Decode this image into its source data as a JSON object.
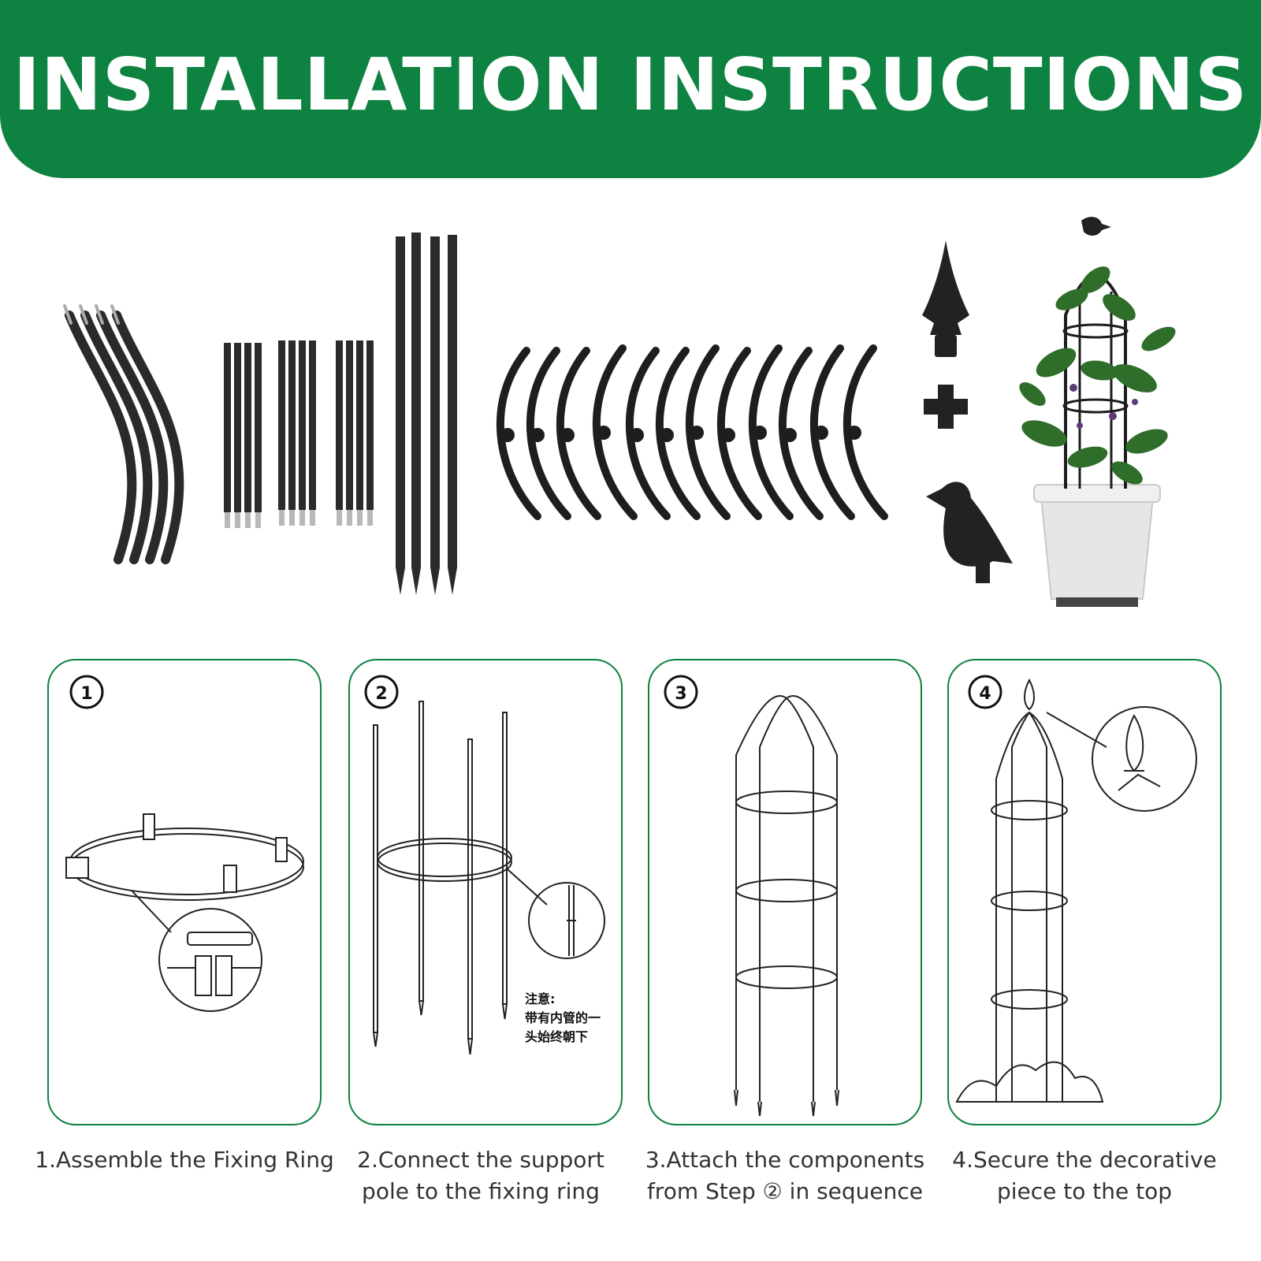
{
  "banner": {
    "title": "INSTALLATION INSTRUCTIONS",
    "color": "#0e8240"
  },
  "steps": [
    {
      "number": "①",
      "caption": "1.Assemble the Fixing Ring"
    },
    {
      "number": "②",
      "caption": "2.Connect the support pole to the fixing ring",
      "note_lines": [
        "注意:",
        "带有内管的一",
        "头始终朝下"
      ]
    },
    {
      "number": "③",
      "caption": "3.Attach the components from Step ② in sequence"
    },
    {
      "number": "④",
      "caption": "4.Secure the decorative piece to the top"
    }
  ],
  "parts_icons": [
    "curved-rod-icon",
    "short-rod-icon",
    "stake-icon",
    "ring-segment-icon",
    "finial-spike-icon",
    "cross-connector-icon",
    "bird-topper-icon",
    "potted-plant-icon"
  ]
}
